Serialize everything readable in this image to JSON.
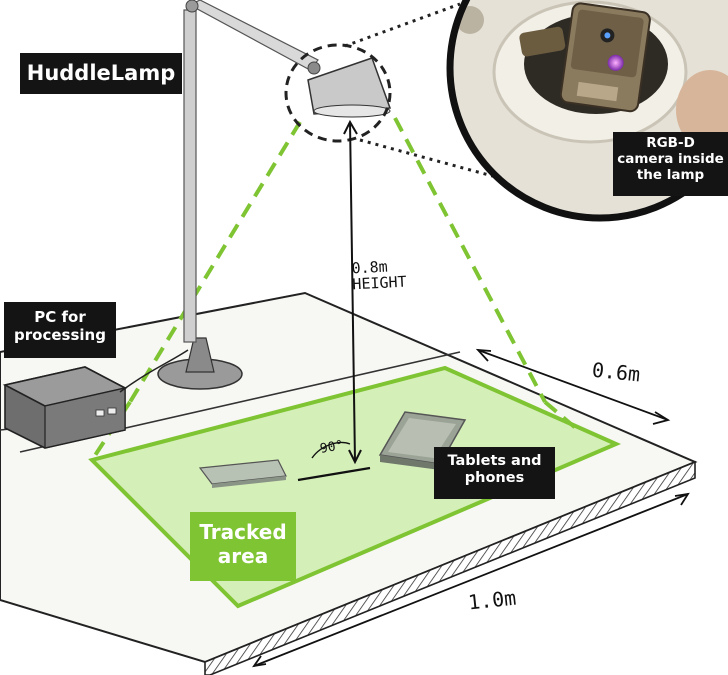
{
  "labels": {
    "title": "HuddleLamp",
    "pc": [
      "PC for",
      "processing"
    ],
    "camera": [
      "RGB-D",
      "camera inside",
      "the lamp"
    ],
    "devices": [
      "Tablets and",
      "phones"
    ],
    "tracked": [
      "Tracked",
      "area"
    ]
  },
  "annotations": {
    "height": [
      "0.8m",
      "HEIGHT"
    ],
    "angle": "90°",
    "width": "0.6m",
    "length": "1.0m"
  },
  "colors": {
    "tracked_fill": "#d5efb9",
    "tracked_outline": "#7fc432",
    "label_bg": "#141414",
    "ink": "#111111"
  }
}
